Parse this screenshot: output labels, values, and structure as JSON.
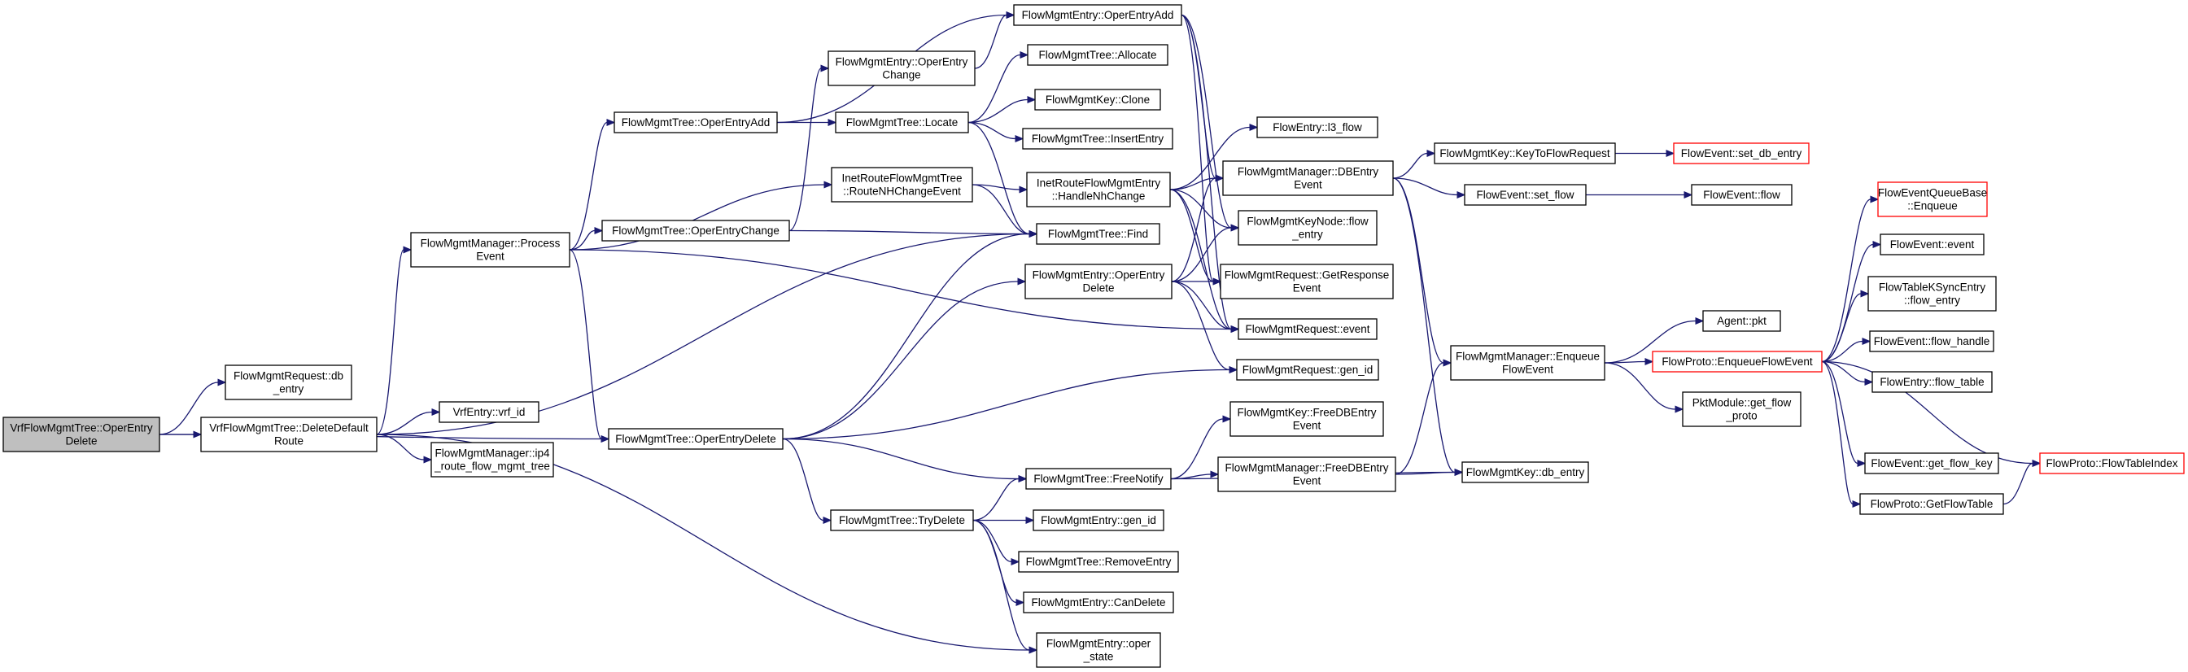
{
  "colors": {
    "edge": "#191970",
    "node_border": "#000000",
    "root_fill": "#bfbfbf",
    "truncated_border": "#ff0000",
    "background": "#ffffff"
  },
  "nodes": [
    {
      "id": "root",
      "lines": [
        "VrfFlowMgmtTree::OperEntry",
        "Delete"
      ],
      "style": "root"
    },
    {
      "id": "deleteDefaultRoute",
      "lines": [
        "VrfFlowMgmtTree::DeleteDefault",
        "Route"
      ]
    },
    {
      "id": "reqDbEntry",
      "lines": [
        "FlowMgmtRequest::db",
        "_entry"
      ]
    },
    {
      "id": "processEvent",
      "lines": [
        "FlowMgmtManager::Process",
        "Event"
      ]
    },
    {
      "id": "vrfId",
      "lines": [
        "VrfEntry::vrf_id"
      ]
    },
    {
      "id": "ip4Route",
      "lines": [
        "FlowMgmtManager::ip4",
        "_route_flow_mgmt_tree"
      ]
    },
    {
      "id": "treeOperEntryAdd",
      "lines": [
        "FlowMgmtTree::OperEntryAdd"
      ]
    },
    {
      "id": "treeOperEntryChange",
      "lines": [
        "FlowMgmtTree::OperEntryChange"
      ]
    },
    {
      "id": "treeOperEntryDelete",
      "lines": [
        "FlowMgmtTree::OperEntryDelete"
      ]
    },
    {
      "id": "entryOperEntryAdd",
      "lines": [
        "FlowMgmtEntry::OperEntryAdd"
      ]
    },
    {
      "id": "entryOperEntryChange",
      "lines": [
        "FlowMgmtEntry::OperEntry",
        "Change"
      ]
    },
    {
      "id": "treeLocate",
      "lines": [
        "FlowMgmtTree::Locate"
      ]
    },
    {
      "id": "routeNH",
      "lines": [
        "InetRouteFlowMgmtTree",
        "::RouteNHChangeEvent"
      ]
    },
    {
      "id": "treeTryDelete",
      "lines": [
        "FlowMgmtTree::TryDelete"
      ]
    },
    {
      "id": "treeAllocate",
      "lines": [
        "FlowMgmtTree::Allocate"
      ]
    },
    {
      "id": "keyClone",
      "lines": [
        "FlowMgmtKey::Clone"
      ]
    },
    {
      "id": "treeInsertEntry",
      "lines": [
        "FlowMgmtTree::InsertEntry"
      ]
    },
    {
      "id": "handleNh",
      "lines": [
        "InetRouteFlowMgmtEntry",
        "::HandleNhChange"
      ]
    },
    {
      "id": "treeFind",
      "lines": [
        "FlowMgmtTree::Find"
      ]
    },
    {
      "id": "entryOperEntryDelete",
      "lines": [
        "FlowMgmtEntry::OperEntry",
        "Delete"
      ]
    },
    {
      "id": "treeFreeNotify",
      "lines": [
        "FlowMgmtTree::FreeNotify"
      ]
    },
    {
      "id": "entryGenId",
      "lines": [
        "FlowMgmtEntry::gen_id"
      ]
    },
    {
      "id": "treeRemoveEntry",
      "lines": [
        "FlowMgmtTree::RemoveEntry"
      ]
    },
    {
      "id": "entryCanDelete",
      "lines": [
        "FlowMgmtEntry::CanDelete"
      ]
    },
    {
      "id": "entryOperState",
      "lines": [
        "FlowMgmtEntry::oper",
        "_state"
      ]
    },
    {
      "id": "l3flow",
      "lines": [
        "FlowEntry::l3_flow"
      ]
    },
    {
      "id": "dbEntryEvent",
      "lines": [
        "FlowMgmtManager::DBEntry",
        "Event"
      ]
    },
    {
      "id": "keyNodeFlowEntry",
      "lines": [
        "FlowMgmtKeyNode::flow",
        "_entry"
      ]
    },
    {
      "id": "getResponseEvent",
      "lines": [
        "FlowMgmtRequest::GetResponse",
        "Event"
      ]
    },
    {
      "id": "reqEvent",
      "lines": [
        "FlowMgmtRequest::event"
      ]
    },
    {
      "id": "reqGenId",
      "lines": [
        "FlowMgmtRequest::gen_id"
      ]
    },
    {
      "id": "keyFreeDBEntryEvent",
      "lines": [
        "FlowMgmtKey::FreeDBEntry",
        "Event"
      ]
    },
    {
      "id": "mgrFreeDBEntryEvent",
      "lines": [
        "FlowMgmtManager::FreeDBEntry",
        "Event"
      ]
    },
    {
      "id": "keyToFlowRequest",
      "lines": [
        "FlowMgmtKey::KeyToFlowRequest"
      ]
    },
    {
      "id": "setFlow",
      "lines": [
        "FlowEvent::set_flow"
      ]
    },
    {
      "id": "enqueueFlowEvent",
      "lines": [
        "FlowMgmtManager::Enqueue",
        "FlowEvent"
      ]
    },
    {
      "id": "keyDbEntry",
      "lines": [
        "FlowMgmtKey::db_entry"
      ]
    },
    {
      "id": "setDbEntry",
      "lines": [
        "FlowEvent::set_db_entry"
      ],
      "style": "red"
    },
    {
      "id": "eventFlow",
      "lines": [
        "FlowEvent::flow"
      ]
    },
    {
      "id": "agentPkt",
      "lines": [
        "Agent::pkt"
      ]
    },
    {
      "id": "protoEnqueue",
      "lines": [
        "FlowProto::EnqueueFlowEvent"
      ],
      "style": "red"
    },
    {
      "id": "pktGetFlowProto",
      "lines": [
        "PktModule::get_flow",
        "_proto"
      ]
    },
    {
      "id": "queueBaseEnqueue",
      "lines": [
        "FlowEventQueueBase",
        "::Enqueue"
      ],
      "style": "red"
    },
    {
      "id": "eventEvent",
      "lines": [
        "FlowEvent::event"
      ]
    },
    {
      "id": "ksyncFlowEntry",
      "lines": [
        "FlowTableKSyncEntry",
        "::flow_entry"
      ]
    },
    {
      "id": "flowHandle",
      "lines": [
        "FlowEvent::flow_handle"
      ]
    },
    {
      "id": "flowTable",
      "lines": [
        "FlowEntry::flow_table"
      ]
    },
    {
      "id": "getFlowKey",
      "lines": [
        "FlowEvent::get_flow_key"
      ]
    },
    {
      "id": "getFlowTable",
      "lines": [
        "FlowProto::GetFlowTable"
      ]
    },
    {
      "id": "tableIndex",
      "lines": [
        "FlowProto::FlowTableIndex"
      ],
      "style": "red"
    }
  ],
  "edges": [
    [
      "root",
      "deleteDefaultRoute"
    ],
    [
      "root",
      "reqDbEntry"
    ],
    [
      "root",
      "treeOperEntryDelete"
    ],
    [
      "deleteDefaultRoute",
      "processEvent"
    ],
    [
      "deleteDefaultRoute",
      "vrfId"
    ],
    [
      "deleteDefaultRoute",
      "ip4Route"
    ],
    [
      "deleteDefaultRoute",
      "treeFind"
    ],
    [
      "deleteDefaultRoute",
      "entryOperState"
    ],
    [
      "processEvent",
      "treeOperEntryAdd"
    ],
    [
      "processEvent",
      "routeNH"
    ],
    [
      "processEvent",
      "treeOperEntryChange"
    ],
    [
      "processEvent",
      "treeOperEntryDelete"
    ],
    [
      "processEvent",
      "reqEvent"
    ],
    [
      "treeOperEntryAdd",
      "entryOperEntryAdd"
    ],
    [
      "treeOperEntryAdd",
      "treeLocate"
    ],
    [
      "treeOperEntryChange",
      "entryOperEntryChange"
    ],
    [
      "treeOperEntryChange",
      "treeFind"
    ],
    [
      "treeOperEntryDelete",
      "treeFind"
    ],
    [
      "treeOperEntryDelete",
      "entryOperEntryDelete"
    ],
    [
      "treeOperEntryDelete",
      "reqGenId"
    ],
    [
      "treeOperEntryDelete",
      "treeFreeNotify"
    ],
    [
      "treeOperEntryDelete",
      "treeTryDelete"
    ],
    [
      "entryOperEntryChange",
      "entryOperEntryAdd"
    ],
    [
      "treeLocate",
      "treeAllocate"
    ],
    [
      "treeLocate",
      "keyClone"
    ],
    [
      "treeLocate",
      "treeInsertEntry"
    ],
    [
      "treeLocate",
      "treeFind"
    ],
    [
      "routeNH",
      "handleNh"
    ],
    [
      "routeNH",
      "treeFind"
    ],
    [
      "handleNh",
      "l3flow"
    ],
    [
      "handleNh",
      "dbEntryEvent"
    ],
    [
      "handleNh",
      "keyNodeFlowEntry"
    ],
    [
      "handleNh",
      "getResponseEvent"
    ],
    [
      "handleNh",
      "reqEvent"
    ],
    [
      "entryOperEntryAdd",
      "dbEntryEvent"
    ],
    [
      "entryOperEntryAdd",
      "keyNodeFlowEntry"
    ],
    [
      "entryOperEntryAdd",
      "getResponseEvent"
    ],
    [
      "entryOperEntryAdd",
      "reqEvent"
    ],
    [
      "entryOperEntryDelete",
      "dbEntryEvent"
    ],
    [
      "entryOperEntryDelete",
      "keyNodeFlowEntry"
    ],
    [
      "entryOperEntryDelete",
      "getResponseEvent"
    ],
    [
      "entryOperEntryDelete",
      "reqEvent"
    ],
    [
      "entryOperEntryDelete",
      "reqGenId"
    ],
    [
      "treeTryDelete",
      "treeFreeNotify"
    ],
    [
      "treeTryDelete",
      "entryGenId"
    ],
    [
      "treeTryDelete",
      "treeRemoveEntry"
    ],
    [
      "treeTryDelete",
      "entryCanDelete"
    ],
    [
      "treeTryDelete",
      "entryOperState"
    ],
    [
      "treeFreeNotify",
      "keyFreeDBEntryEvent"
    ],
    [
      "treeFreeNotify",
      "mgrFreeDBEntryEvent"
    ],
    [
      "treeFreeNotify",
      "keyDbEntry"
    ],
    [
      "mgrFreeDBEntryEvent",
      "enqueueFlowEvent"
    ],
    [
      "mgrFreeDBEntryEvent",
      "keyDbEntry"
    ],
    [
      "dbEntryEvent",
      "keyToFlowRequest"
    ],
    [
      "dbEntryEvent",
      "setFlow"
    ],
    [
      "dbEntryEvent",
      "enqueueFlowEvent"
    ],
    [
      "dbEntryEvent",
      "keyDbEntry"
    ],
    [
      "keyToFlowRequest",
      "setDbEntry"
    ],
    [
      "setFlow",
      "eventFlow"
    ],
    [
      "enqueueFlowEvent",
      "agentPkt"
    ],
    [
      "enqueueFlowEvent",
      "protoEnqueue"
    ],
    [
      "enqueueFlowEvent",
      "pktGetFlowProto"
    ],
    [
      "protoEnqueue",
      "queueBaseEnqueue"
    ],
    [
      "protoEnqueue",
      "eventEvent"
    ],
    [
      "protoEnqueue",
      "ksyncFlowEntry"
    ],
    [
      "protoEnqueue",
      "flowHandle"
    ],
    [
      "protoEnqueue",
      "flowTable"
    ],
    [
      "protoEnqueue",
      "getFlowKey"
    ],
    [
      "protoEnqueue",
      "getFlowTable"
    ],
    [
      "protoEnqueue",
      "tableIndex"
    ],
    [
      "getFlowTable",
      "tableIndex"
    ]
  ]
}
